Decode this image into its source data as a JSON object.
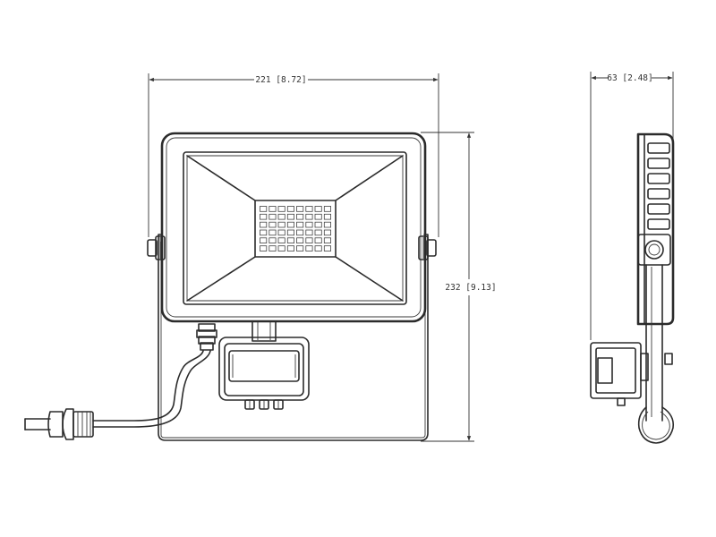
{
  "dimensions": {
    "width_label": "221 [8.72]",
    "height_label": "232 [9.13]",
    "depth_label": "63 [2.48]"
  },
  "led_array": {
    "rows": 6,
    "cols": 8
  },
  "side_fins": 6,
  "sensor_knobs": 3,
  "colors": {
    "line": "#2b2b2b",
    "background": "#ffffff"
  }
}
